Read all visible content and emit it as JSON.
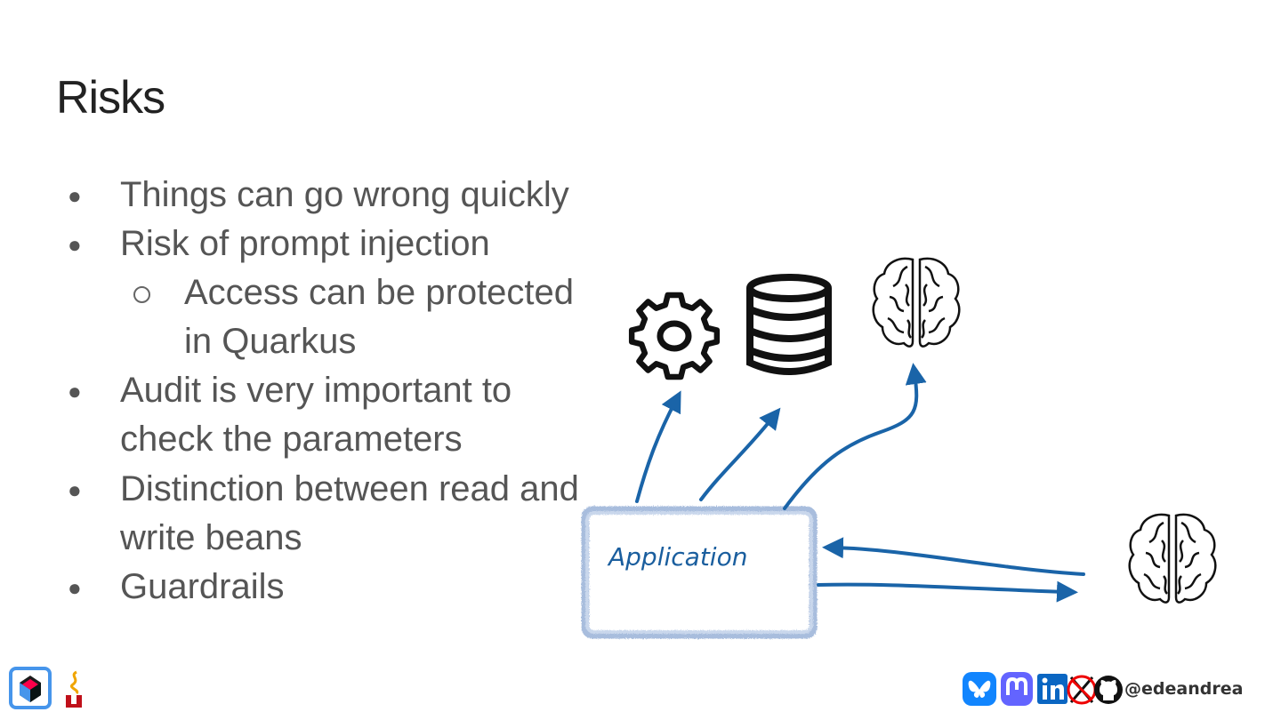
{
  "slide": {
    "title": "Risks",
    "bullets": [
      {
        "level": 1,
        "lines": [
          "Things can go wrong quickly"
        ]
      },
      {
        "level": 1,
        "lines": [
          "Risk of prompt injection"
        ]
      },
      {
        "level": 2,
        "lines": [
          "Access can be protected",
          "in Quarkus"
        ]
      },
      {
        "level": 1,
        "lines": [
          "Audit is very important to",
          "check the parameters"
        ]
      },
      {
        "level": 1,
        "lines": [
          "Distinction between read and",
          "write beans"
        ]
      },
      {
        "level": 1,
        "lines": [
          "Guardrails"
        ]
      }
    ]
  },
  "diagram": {
    "application_label": "Application",
    "icons": [
      "gear-icon",
      "database-icon",
      "brain-icon",
      "brain-icon"
    ],
    "arrow_color": "#1a64a8",
    "box_color": "#9fb6d8"
  },
  "footer": {
    "handle": "@edeandrea",
    "social_icons": [
      "bluesky-icon",
      "mastodon-icon",
      "linkedin-icon",
      "x-crossed-icon",
      "github-icon"
    ]
  }
}
